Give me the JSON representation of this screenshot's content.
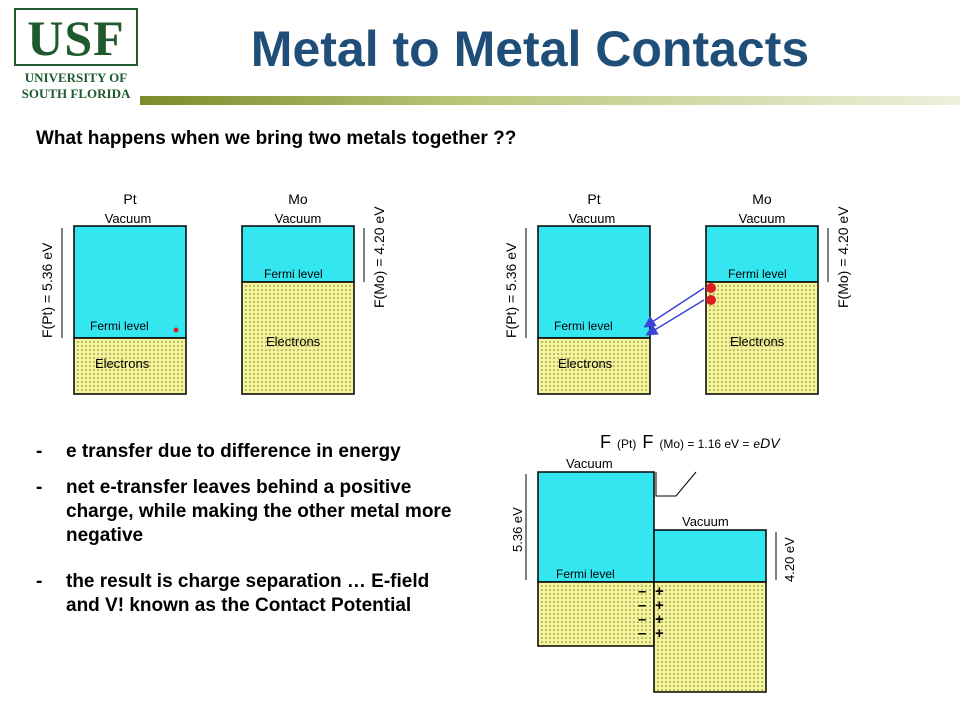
{
  "logo": {
    "letters": "USF",
    "line1": "UNIVERSITY OF",
    "line2": "SOUTH FLORIDA"
  },
  "title": "Metal to Metal Contacts",
  "subtitle": "What happens when we bring two metals together ??",
  "labels": {
    "pt": "Pt",
    "mo": "Mo",
    "vacuum": "Vacuum",
    "fermi": "Fermi level",
    "electrons": "Electrons",
    "phi_pt": "F(Pt) = 5.36 eV",
    "phi_mo": "F(Mo) = 4.20 eV",
    "phi_pt_short": "5.36 eV",
    "phi_mo_short": "4.20 eV",
    "delta_phi": "F (Pt) F (Mo) = 1.16 eV = eDV",
    "plus": "+",
    "minus": "–"
  },
  "bullets": [
    {
      "dash": "-",
      "text": "e transfer due to difference in energy"
    },
    {
      "dash": "-",
      "text": "net e-transfer leaves behind a positive charge, while making the other metal more negative"
    },
    {
      "dash": "-",
      "text": "the result is charge separation … E-field and V! known as the Contact Potential"
    }
  ],
  "colors": {
    "metal": "#33e6f0",
    "electrons": "#f6f49a",
    "title": "#1f4e79",
    "dot": "#d81f1f",
    "arrow": "#3b44d6"
  }
}
